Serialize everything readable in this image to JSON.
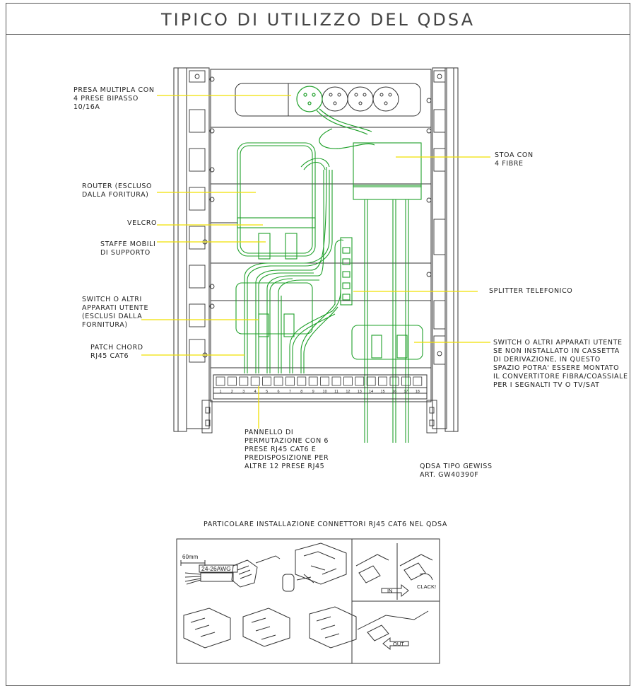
{
  "title": "TIPICO DI UTILIZZO DEL QDSA",
  "labels": {
    "presa_multipla": "PRESA MULTIPLA CON\n4 PRESE BIPASSO\n10/16A",
    "router": "ROUTER (ESCLUSO\nDALLA FORITURA)",
    "velcro": "VELCRO",
    "staffe": "STAFFE MOBILI\nDI SUPPORTO",
    "switch_left": "SWITCH O ALTRI\nAPPARATI UTENTE\n(ESCLUSI DALLA\nFORNITURA)",
    "patch_chord": "PATCH CHORD\nRJ45 CAT6",
    "stoa": "STOA CON\n4 FIBRE",
    "splitter": "SPLITTER TELEFONICO",
    "switch_right": "SWITCH O ALTRI APPARATI UTENTE\nSE NON INSTALLATO IN CASSETTA\nDI DERIVAZIONE, IN QUESTO\nSPAZIO POTRA' ESSERE MONTATO\nIL CONVERTITORE FIBRA/COASSIALE\nPER I SEGNALTI TV O TV/SAT",
    "pannello": "PANNELLO DI\nPERMUTAZIONE CON 6\nPRESE RJ45 CAT6 E\nPREDISPOSIZIONE PER\nALTRE 12 PRESE RJ45",
    "qdsa": "QDSA TIPO GEWISS\nART. GW40390F"
  },
  "port_numbers": [
    "1",
    "2",
    "3",
    "4",
    "5",
    "6",
    "7",
    "8",
    "9",
    "10",
    "11",
    "12",
    "13",
    "14",
    "15",
    "16",
    "17",
    "18"
  ],
  "detail": {
    "caption": "PARTICOLARE INSTALLAZIONE CONNETTORI RJ45 CAT6 NEL QDSA",
    "dim_60mm": "60mm",
    "awg": "24-26AWG",
    "in_label": "IN",
    "clack_label": "CLACK!",
    "out_label": "OUT"
  },
  "colors": {
    "line": "#333333",
    "cable": "#1fa02a",
    "leader": "#f0e000"
  }
}
